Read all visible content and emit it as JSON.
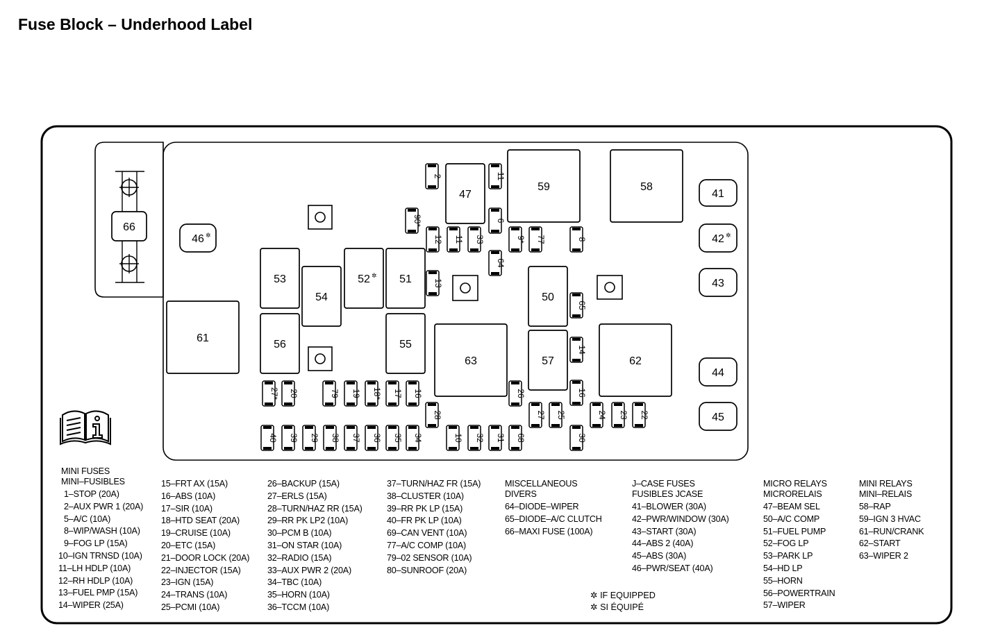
{
  "title": "Fuse Block – Underhood Label",
  "asterisk": "✲",
  "relay_numbers": [
    "66",
    "46",
    "53",
    "54",
    "52",
    "51",
    "47",
    "59",
    "58",
    "41",
    "42",
    "43",
    "50",
    "61",
    "56",
    "55",
    "63",
    "57",
    "62",
    "44",
    "45"
  ],
  "fuse_numbers": [
    "2",
    "11",
    "90",
    "12",
    "11",
    "33",
    "6",
    "9",
    "77",
    "8",
    "64",
    "13",
    "65",
    "14",
    "16",
    "27",
    "20",
    "79",
    "19",
    "18",
    "17",
    "16",
    "28",
    "26",
    "27",
    "25",
    "24",
    "23",
    "22",
    "40",
    "39",
    "29",
    "38",
    "37",
    "36",
    "35",
    "34",
    "10",
    "32",
    "31",
    "68",
    "30"
  ],
  "legend": {
    "mini_fuses": {
      "heading": [
        "MINI FUSES",
        "MINI–FUSIBLES"
      ],
      "items": [
        "1–STOP  (20A)",
        "2–AUX PWR 1  (20A)",
        "5–A/C (10A)",
        "8–WIP/WASH  (10A)",
        "9–FOG LP  (15A)",
        "10–IGN TRNSD  (10A)",
        "11–LH HDLP  (10A)",
        "12–RH HDLP  (10A)",
        "13–FUEL PMP  (15A)",
        "14–WIPER  (25A)"
      ]
    },
    "mini_fuses_col2": [
      "15–FRT AX  (15A)",
      "16–ABS  (10A)",
      "17–SIR  (10A)",
      "18–HTD SEAT  (20A)",
      "19–CRUISE  (10A)",
      "20–ETC  (15A)",
      "21–DOOR LOCK  (20A)",
      "22–INJECTOR  (15A)",
      "23–IGN  (15A)",
      "24–TRANS  (10A)",
      "25–PCMI  (10A)"
    ],
    "mini_fuses_col3": [
      "26–BACKUP  (15A)",
      "27–ERLS  (15A)",
      "28–TURN/HAZ RR  (15A)",
      "29–RR PK LP2  (10A)",
      "30–PCM B  (10A)",
      "31–ON STAR  (10A)",
      "32–RADIO  (15A)",
      "33–AUX PWR 2  (20A)",
      "34–TBC  (10A)",
      "35–HORN  (10A)",
      "36–TCCM  (10A)"
    ],
    "mini_fuses_col4": [
      "37–TURN/HAZ FR  (15A)",
      "38–CLUSTER  (10A)",
      "39–RR PK LP  (15A)",
      "40–FR PK LP  (10A)",
      "69–CAN VENT  (10A)",
      "77–A/C COMP  (10A)",
      "79–02 SENSOR  (10A)",
      "80–SUNROOF  (20A)"
    ],
    "misc": {
      "heading": [
        "MISCELLANEOUS",
        "DIVERS"
      ],
      "items": [
        "64–DIODE–WIPER",
        "65–DIODE–A/C CLUTCH",
        "66–MAXI FUSE  (100A)"
      ]
    },
    "jcase": {
      "heading": [
        "J–CASE FUSES",
        "FUSIBLES JCASE"
      ],
      "items": [
        "41–BLOWER  (30A)",
        "42–PWR/WINDOW  (30A)",
        "43–START  (30A)",
        "44–ABS 2  (40A)",
        "45–ABS  (30A)",
        "46–PWR/SEAT  (40A)"
      ]
    },
    "micro_relays": {
      "heading": [
        "MICRO RELAYS",
        "MICRORELAIS"
      ],
      "items": [
        "47–BEAM SEL",
        "50–A/C COMP",
        "51–FUEL PUMP",
        "52–FOG LP",
        "53–PARK LP",
        "54–HD LP",
        "55–HORN",
        "56–POWERTRAIN",
        "57–WIPER"
      ]
    },
    "mini_relays": {
      "heading": [
        "MINI RELAYS",
        "MINI–RELAIS"
      ],
      "items": [
        "58–RAP",
        "59–IGN 3 HVAC",
        "61–RUN/CRANK",
        "62–START",
        "63–WIPER 2"
      ]
    },
    "footnote": [
      "IF EQUIPPED",
      "SI ÉQUIPÉ"
    ]
  }
}
